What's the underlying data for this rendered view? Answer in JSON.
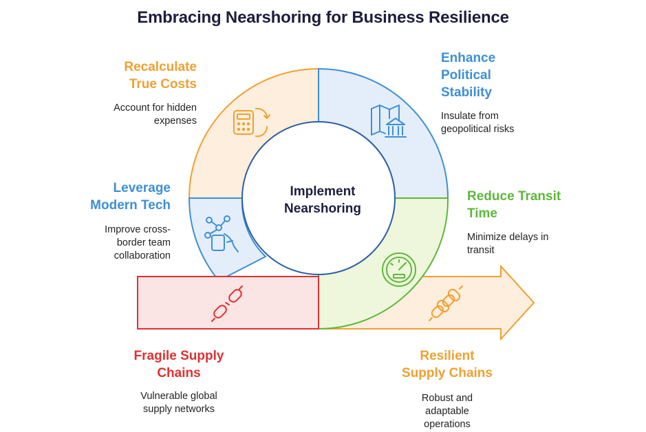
{
  "title": "Embracing Nearshoring for Business Resilience",
  "center": {
    "line1": "Implement",
    "line2": "Nearshoring"
  },
  "colors": {
    "orange": "#f0a030",
    "blue": "#3c8fd6",
    "green": "#5cb83a",
    "red": "#e03030",
    "title": "#1d1d3f"
  },
  "segments": [
    {
      "id": "costs",
      "heading": [
        "Recalculate",
        "True Costs"
      ],
      "description": [
        "Account for hidden",
        "expenses"
      ],
      "icon": "calculator-refresh-icon"
    },
    {
      "id": "political",
      "heading": [
        "Enhance",
        "Political",
        "Stability"
      ],
      "description": [
        "Insulate from",
        "geopolitical risks"
      ],
      "icon": "map-government-building-icon"
    },
    {
      "id": "tech",
      "heading": [
        "Leverage",
        "Modern Tech"
      ],
      "description": [
        "Improve cross-",
        "border team",
        "collaboration"
      ],
      "icon": "hand-phone-network-icon"
    },
    {
      "id": "transit",
      "heading": [
        "Reduce Transit",
        "Time"
      ],
      "description": [
        "Minimize delays in",
        "transit"
      ],
      "icon": "speedometer-icon"
    },
    {
      "id": "fragile",
      "heading": [
        "Fragile Supply",
        "Chains"
      ],
      "description": [
        "Vulnerable global",
        "supply networks"
      ],
      "icon": "broken-chain-icon"
    },
    {
      "id": "resilient",
      "heading": [
        "Resilient",
        "Supply Chains"
      ],
      "description": [
        "Robust and",
        "adaptable",
        "operations"
      ],
      "icon": "strong-chain-icon"
    }
  ]
}
